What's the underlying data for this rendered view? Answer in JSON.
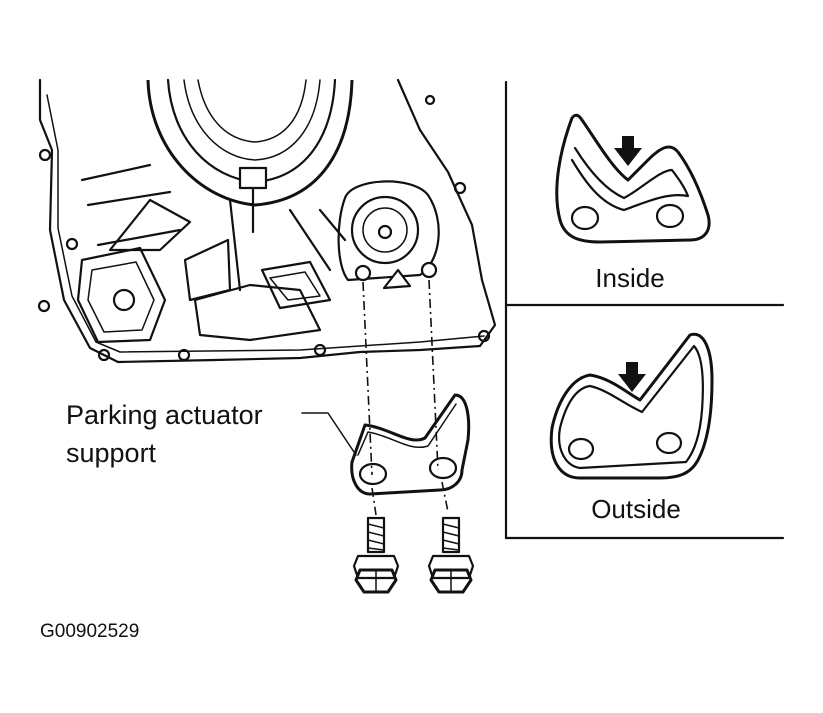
{
  "labels": {
    "part_line1": "Parking actuator",
    "part_line2": "support",
    "inside": "Inside",
    "outside": "Outside",
    "figure_id": "G00902529"
  }
}
